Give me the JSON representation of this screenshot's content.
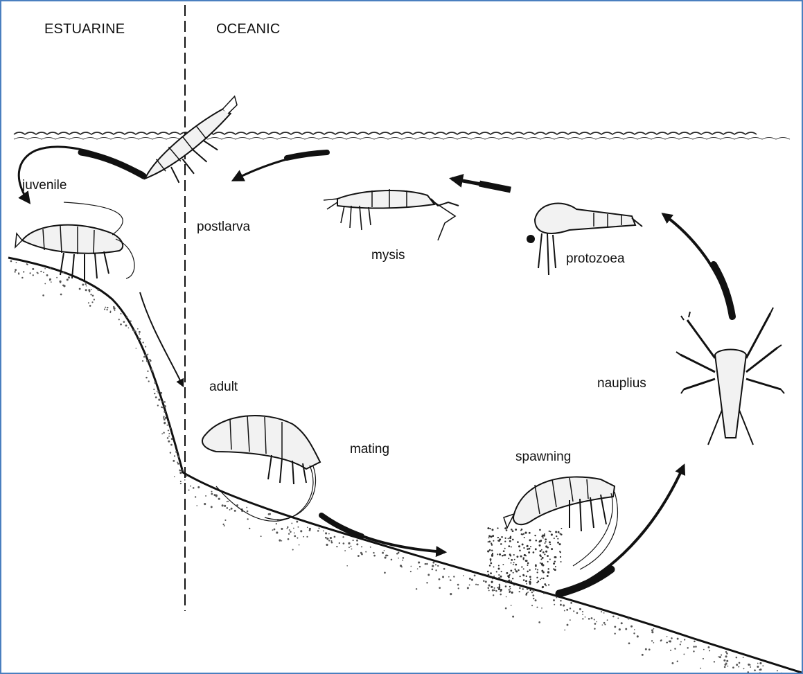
{
  "zones": {
    "estuarine": "ESTUARINE",
    "oceanic": "OCEANIC"
  },
  "stages": {
    "juvenile": "juvenile",
    "postlarva": "postlarva",
    "mysis": "mysis",
    "protozoea": "protozoea",
    "nauplius": "nauplius",
    "adult": "adult",
    "mating": "mating",
    "spawning": "spawning"
  },
  "colors": {
    "ink": "#111111",
    "border": "#4a7fbf",
    "sediment": "#555555"
  },
  "icons": {
    "shrimp": "shrimp-icon",
    "larva": "larva-icon",
    "arrow": "arrow-icon"
  }
}
